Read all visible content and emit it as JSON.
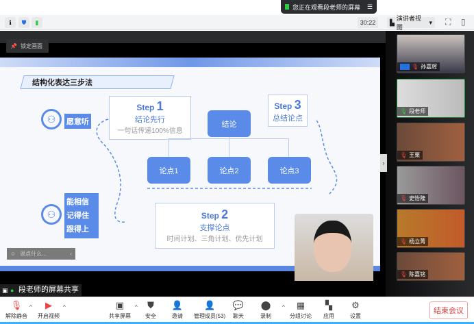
{
  "notice": {
    "text": "您正在观看段老师的屏幕"
  },
  "topbar": {
    "timer": "30:22",
    "view_mode": "演讲者视图"
  },
  "stage": {
    "lock_label": "锁定画面",
    "chat_placeholder": "说点什么...",
    "share_label": "段老师的屏幕共享"
  },
  "slide": {
    "title": "结构化表达三步法",
    "step1": {
      "word": "Step",
      "num": "1",
      "title": "结论先行",
      "desc": "一句话传递100%信息"
    },
    "step2": {
      "word": "Step",
      "num": "2",
      "title": "支撑论点",
      "desc": "时间计划、三角计划、优先计划"
    },
    "step3": {
      "word": "Step",
      "num": "3",
      "title": "总结论点"
    },
    "conclusion": "结论",
    "points": [
      "论点1",
      "论点2",
      "论点3"
    ],
    "audience1": "愿意听",
    "audience2": [
      "能相信",
      "记得住",
      "跟得上"
    ]
  },
  "participants": [
    {
      "name": "孙嘉辉",
      "muted": true
    },
    {
      "name": "段老师",
      "muted": false
    },
    {
      "name": "王栗",
      "muted": true
    },
    {
      "name": "史怡隆",
      "muted": true
    },
    {
      "name": "杨立菁",
      "muted": true
    },
    {
      "name": "陈嘉铭",
      "muted": true
    }
  ],
  "toolbar": {
    "unmute": "解除静音",
    "video": "开启视频",
    "share": "共享屏幕",
    "security": "安全",
    "invite": "邀请",
    "members": "管理成员(53)",
    "chat": "聊天",
    "record": "录制",
    "breakout": "分组讨论",
    "apps": "应用",
    "settings": "设置",
    "end": "结束会议"
  },
  "colors": {
    "accent": "#5a8be8",
    "end": "#e23b3b",
    "active": "#1f8a3e"
  }
}
